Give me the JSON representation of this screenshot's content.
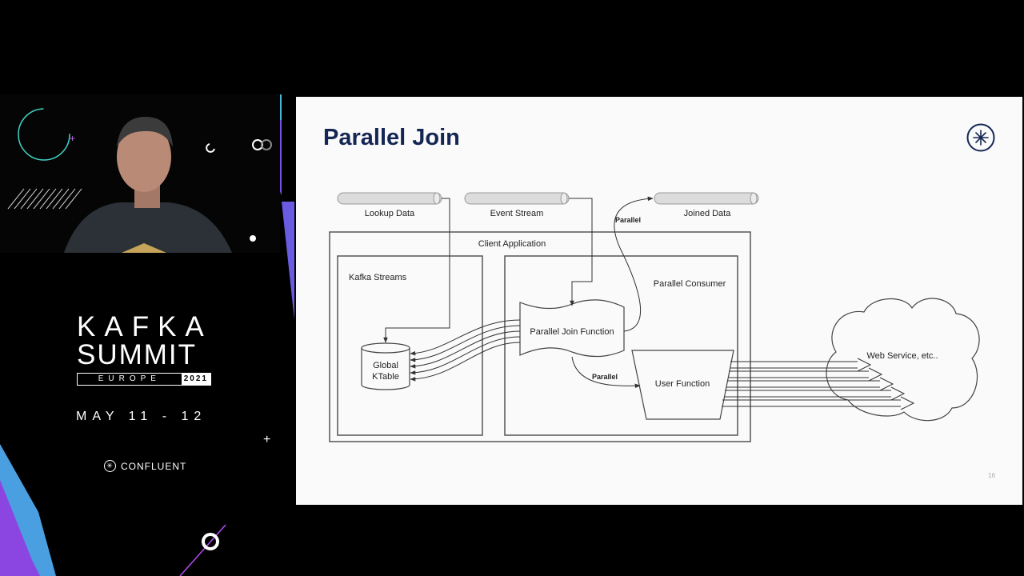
{
  "event": {
    "name_line1": "KAFKA",
    "name_line2": "SUMMIT",
    "region": "EUROPE",
    "year": "2021",
    "dates": "MAY 11 - 12",
    "sponsor": "CONFLUENT"
  },
  "slide": {
    "title": "Parallel Join",
    "page_number": "16"
  },
  "diagram": {
    "topics": {
      "lookup": "Lookup Data",
      "event": "Event Stream",
      "joined": "Joined Data"
    },
    "client_application": "Client Application",
    "kafka_streams": "Kafka Streams",
    "global_ktable_line1": "Global",
    "global_ktable_line2": "KTable",
    "parallel_consumer": "Parallel Consumer",
    "parallel_join_function": "Parallel Join Function",
    "user_function": "User Function",
    "web_service": "Web Service, etc..",
    "parallel_label_top": "Parallel",
    "parallel_label_mid": "Parallel"
  }
}
